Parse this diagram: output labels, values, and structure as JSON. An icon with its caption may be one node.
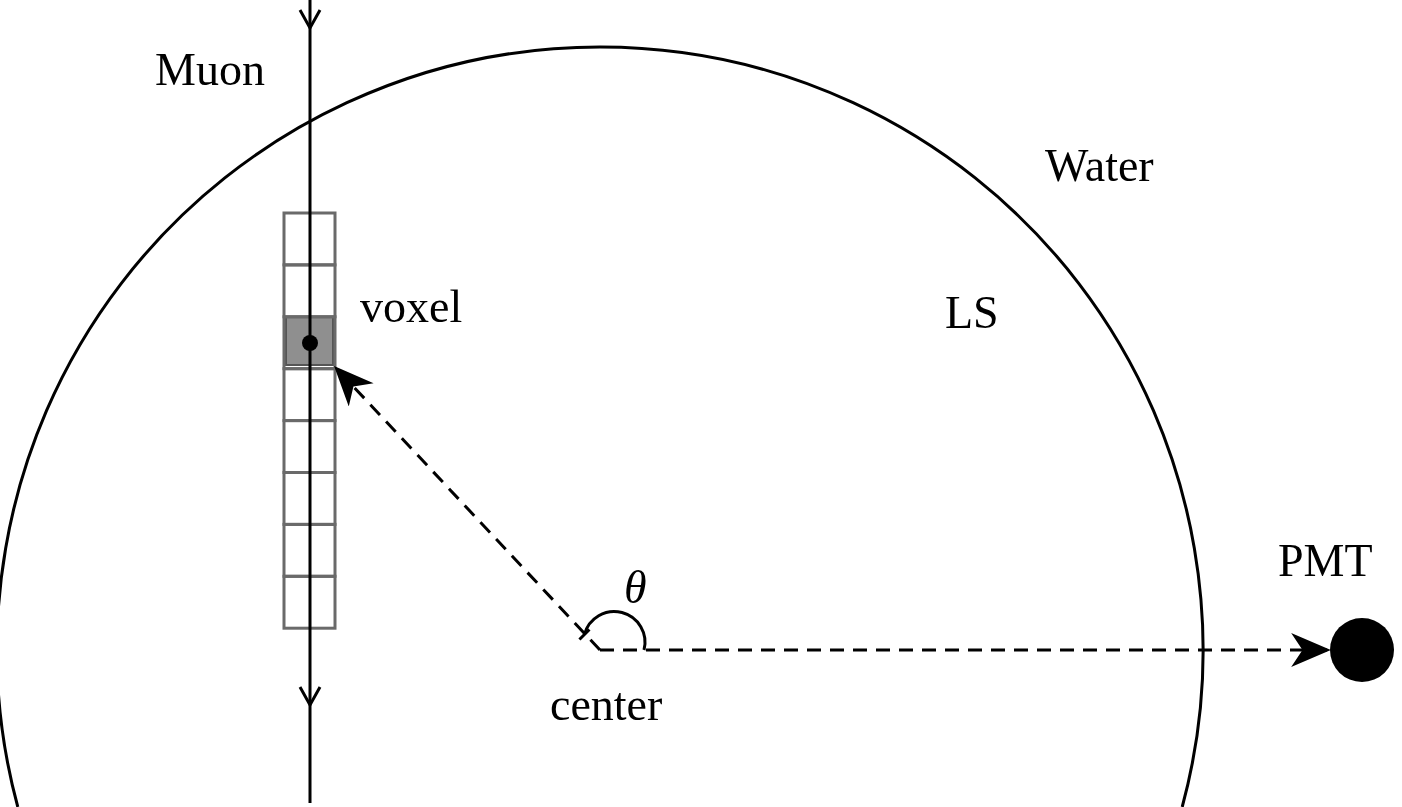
{
  "diagram": {
    "nodes": [
      {
        "text": [
          "center"
        ]
      },
      {
        "text": [],
        "shape": "box"
      },
      {
        "text": [
          "PMT"
        ]
      }
    ],
    "edges": [
      {
        "from": 0,
        "to": 1,
        "arrow": "to",
        "style": "dashed"
      },
      {
        "from": 0,
        "to": 2,
        "arrow": "to",
        "style": "dashed"
      }
    ],
    "labels": [
      "Muon",
      "Water",
      "voxel",
      "LS",
      "θ"
    ]
  }
}
